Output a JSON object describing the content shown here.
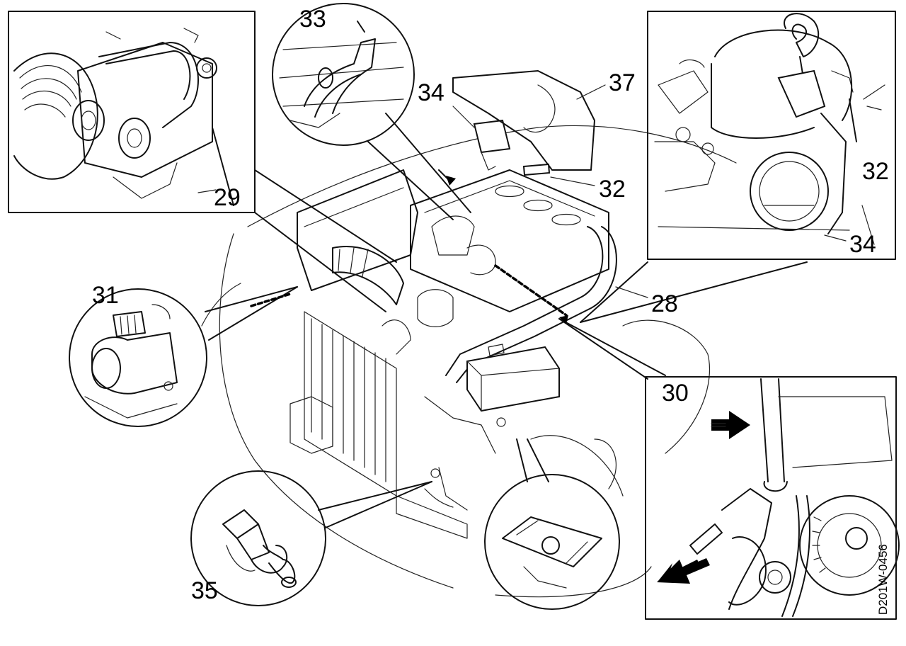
{
  "figure": {
    "code": "D201W-0456"
  },
  "callouts": [
    {
      "id": "c28",
      "text": "28"
    },
    {
      "id": "c29",
      "text": "29"
    },
    {
      "id": "c30",
      "text": "30"
    },
    {
      "id": "c31",
      "text": "31"
    },
    {
      "id": "c32a",
      "text": "32"
    },
    {
      "id": "c32b",
      "text": "32"
    },
    {
      "id": "c33",
      "text": "33"
    },
    {
      "id": "c34a",
      "text": "34"
    },
    {
      "id": "c34b",
      "text": "34"
    },
    {
      "id": "c35",
      "text": "35"
    },
    {
      "id": "c37",
      "text": "37"
    }
  ]
}
